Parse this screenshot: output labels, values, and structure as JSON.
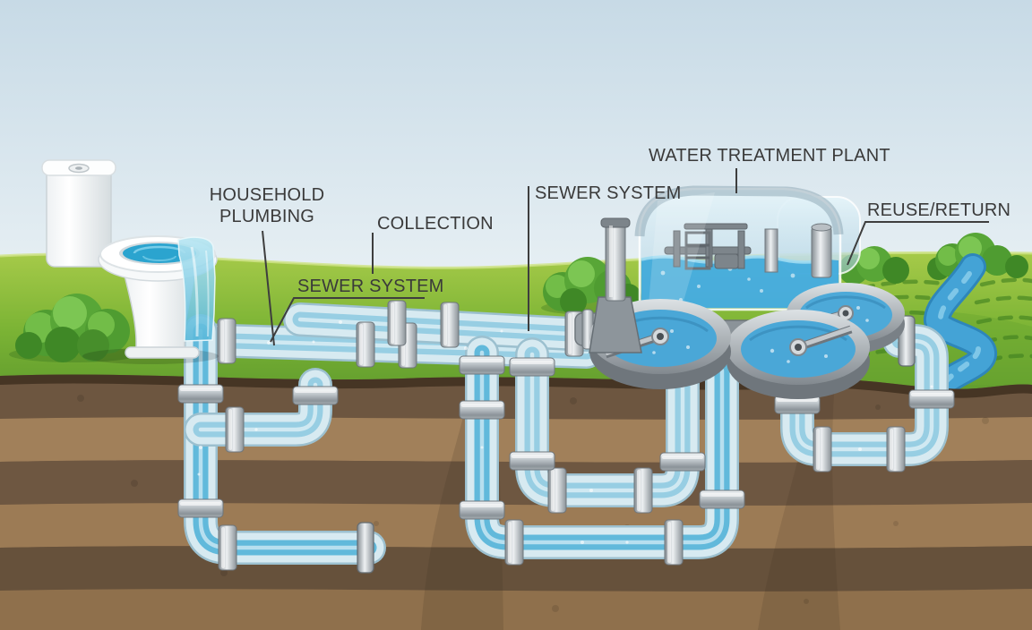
{
  "diagram": {
    "type": "infographic",
    "subject": "wastewater treatment cycle",
    "labels": [
      {
        "id": "household-plumbing",
        "text": "HOUSEHOLD PLUMBING"
      },
      {
        "id": "collection",
        "text": "COLLECTION"
      },
      {
        "id": "sewer-system-left",
        "text": "SEWER SYSTEM"
      },
      {
        "id": "sewer-system-center",
        "text": "SEWER SYSTEM"
      },
      {
        "id": "water-treatment-plant",
        "text": "WATER TREATMENT PLANT"
      },
      {
        "id": "reuse-return",
        "text": "REUSE/RETURN"
      }
    ],
    "palette": {
      "sky": "#c7dae6",
      "grass": "#7cb435",
      "soil_dark": "#6d5640",
      "soil_light": "#a1805a",
      "pipe_glass": "#dcedf3",
      "pipe_water": "#8cc9e1",
      "toilet_water": "#2ba4cf",
      "tank_water": "#45acdd",
      "river": "#44a3d6",
      "metal": "#aab1b6",
      "label_text": "#3a3a3a",
      "leader_line": "#3e3e3e"
    }
  }
}
